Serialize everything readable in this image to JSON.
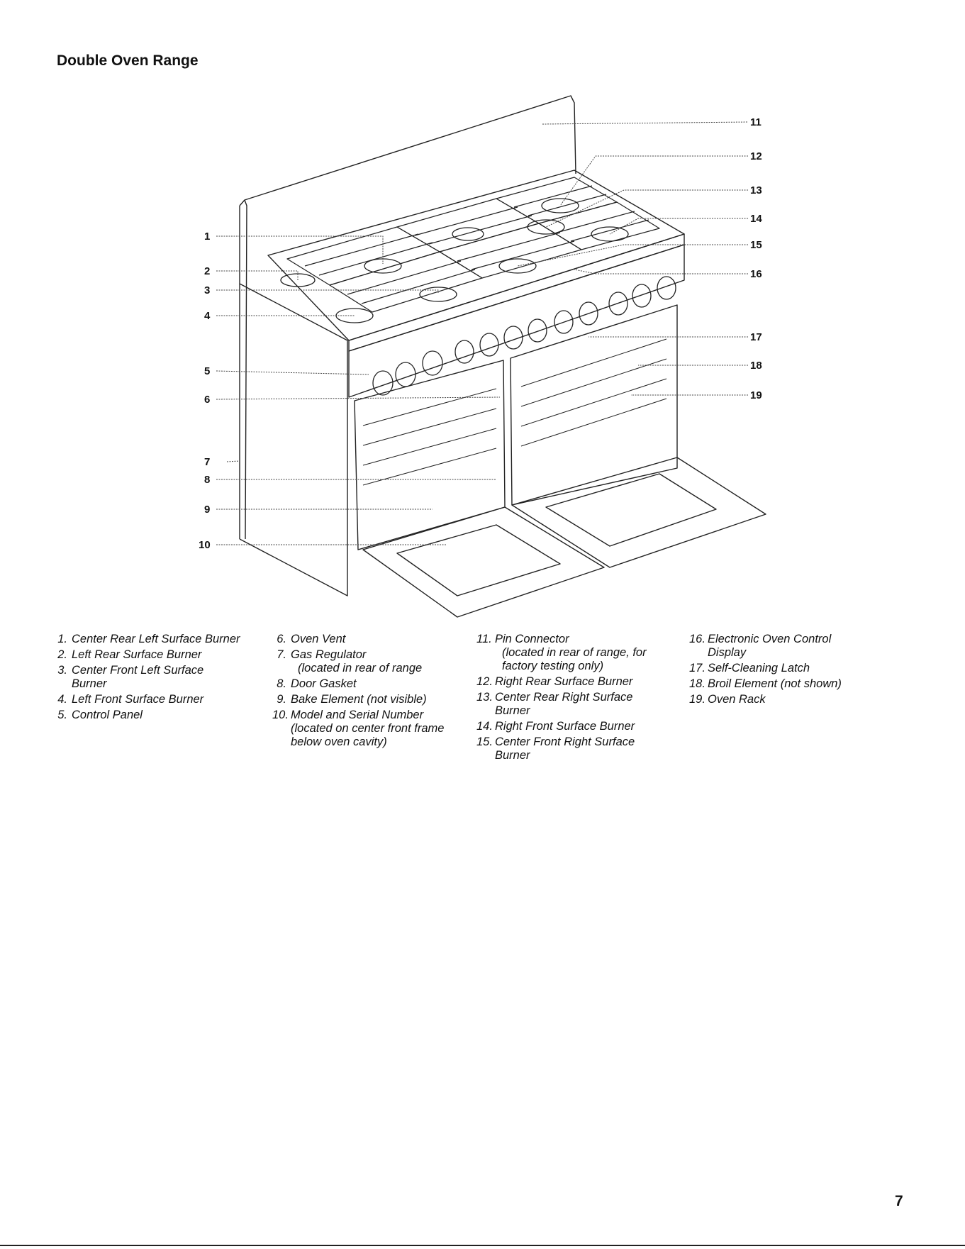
{
  "title": "Double Oven Range",
  "callouts": [
    "1",
    "2",
    "3",
    "4",
    "5",
    "6",
    "7",
    "8",
    "9",
    "10",
    "11",
    "12",
    "13",
    "14",
    "15",
    "16",
    "17",
    "18",
    "19"
  ],
  "legend": {
    "col1": [
      {
        "num": "1.",
        "lines": [
          "Center Rear Left Surface Burner"
        ]
      },
      {
        "num": "2.",
        "lines": [
          "Left Rear Surface Burner"
        ]
      },
      {
        "num": "3.",
        "lines": [
          "Center Front Left Surface",
          "Burner"
        ]
      },
      {
        "num": "4.",
        "lines": [
          "Left Front Surface Burner"
        ]
      },
      {
        "num": "5.",
        "lines": [
          "Control Panel"
        ]
      }
    ],
    "col2": [
      {
        "num": "6.",
        "lines": [
          "Oven Vent"
        ]
      },
      {
        "num": "7.",
        "lines": [
          "Gas Regulator",
          "(located in rear of range"
        ]
      },
      {
        "num": "8.",
        "lines": [
          "Door Gasket"
        ]
      },
      {
        "num": "9.",
        "lines": [
          "Bake Element (not visible)"
        ]
      },
      {
        "num": "10.",
        "lines": [
          "Model and Serial Number",
          "(located on center front frame",
          "below oven cavity)"
        ]
      }
    ],
    "col3": [
      {
        "num": "11.",
        "lines": [
          "Pin Connector",
          "(located in rear of range, for",
          "factory testing only)"
        ]
      },
      {
        "num": "12.",
        "lines": [
          "Right Rear Surface Burner"
        ]
      },
      {
        "num": "13.",
        "lines": [
          "Center Rear Right Surface",
          "Burner"
        ]
      },
      {
        "num": "14.",
        "lines": [
          "Right Front Surface Burner"
        ]
      },
      {
        "num": "15.",
        "lines": [
          "Center Front Right Surface",
          "Burner"
        ]
      }
    ],
    "col4": [
      {
        "num": "16.",
        "lines": [
          "Electronic Oven Control",
          "Display"
        ]
      },
      {
        "num": "17.",
        "lines": [
          "Self-Cleaning Latch"
        ]
      },
      {
        "num": "18.",
        "lines": [
          "Broil Element (not shown)"
        ]
      },
      {
        "num": "19.",
        "lines": [
          "Oven Rack"
        ]
      }
    ]
  },
  "page_number": "7"
}
